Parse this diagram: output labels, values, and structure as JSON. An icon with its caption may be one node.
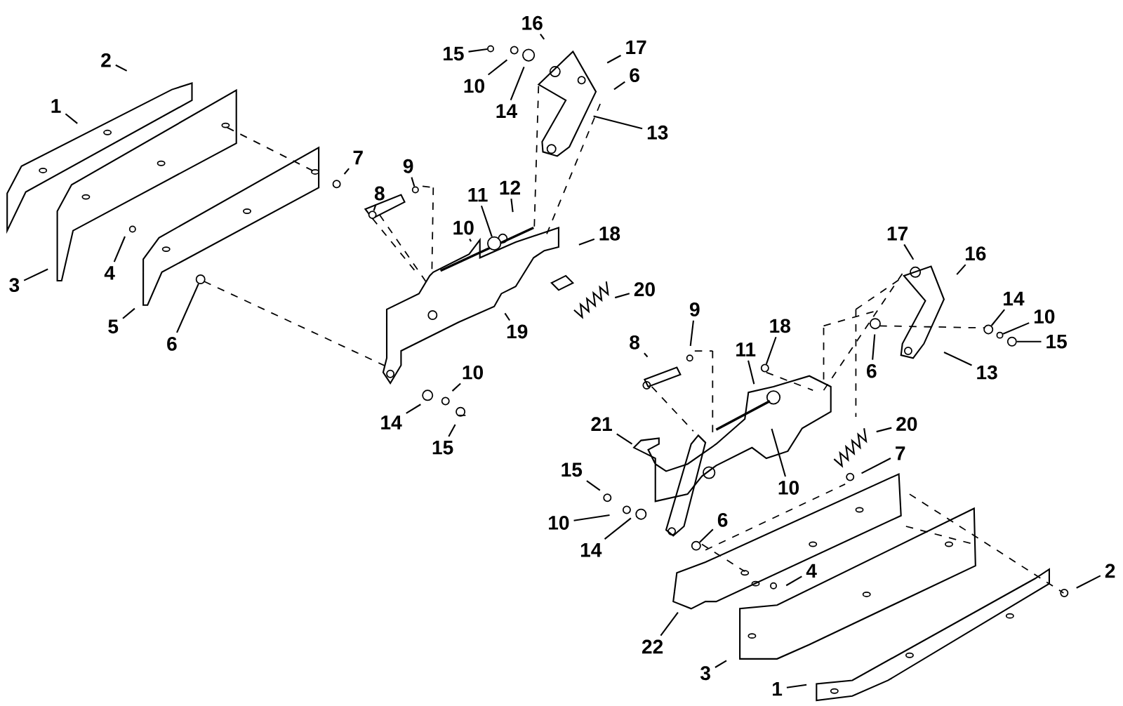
{
  "diagram": {
    "nodes": [
      {
        "text": [
          "1"
        ]
      },
      {
        "text": [
          "2"
        ]
      },
      {
        "text": [
          "3"
        ]
      },
      {
        "text": [
          "4"
        ]
      },
      {
        "text": [
          "5"
        ]
      },
      {
        "text": [
          "6"
        ]
      },
      {
        "text": [
          "7"
        ]
      },
      {
        "text": [
          "8"
        ]
      },
      {
        "text": [
          "9"
        ]
      },
      {
        "text": [
          "10"
        ]
      },
      {
        "text": [
          "11"
        ]
      },
      {
        "text": [
          "12"
        ]
      },
      {
        "text": [
          "18"
        ]
      },
      {
        "text": [
          "20"
        ]
      },
      {
        "text": [
          "19"
        ]
      },
      {
        "text": [
          "14"
        ]
      },
      {
        "text": [
          "10"
        ]
      },
      {
        "text": [
          "15"
        ]
      },
      {
        "text": [
          "16"
        ]
      },
      {
        "text": [
          "15"
        ]
      },
      {
        "text": [
          "10"
        ]
      },
      {
        "text": [
          "14"
        ]
      },
      {
        "text": [
          "17"
        ]
      },
      {
        "text": [
          "6"
        ]
      },
      {
        "text": [
          "13"
        ]
      },
      {
        "text": [
          "17"
        ]
      },
      {
        "text": [
          "16"
        ]
      },
      {
        "text": [
          "14"
        ]
      },
      {
        "text": [
          "10"
        ]
      },
      {
        "text": [
          "15"
        ]
      },
      {
        "text": [
          "13"
        ]
      },
      {
        "text": [
          "6"
        ]
      },
      {
        "text": [
          "9"
        ]
      },
      {
        "text": [
          "8"
        ]
      },
      {
        "text": [
          "18"
        ]
      },
      {
        "text": [
          "11"
        ]
      },
      {
        "text": [
          "21"
        ]
      },
      {
        "text": [
          "20"
        ]
      },
      {
        "text": [
          "10"
        ]
      },
      {
        "text": [
          "7"
        ]
      },
      {
        "text": [
          "15"
        ]
      },
      {
        "text": [
          "10"
        ]
      },
      {
        "text": [
          "14"
        ]
      },
      {
        "text": [
          "6"
        ]
      },
      {
        "text": [
          "4"
        ]
      },
      {
        "text": [
          "2"
        ]
      },
      {
        "text": [
          "22"
        ]
      },
      {
        "text": [
          "3"
        ]
      },
      {
        "text": [
          "1"
        ]
      },
      {
        "text": [],
        "shape": "circle"
      },
      {
        "text": [],
        "shape": "circle"
      },
      {
        "text": [],
        "shape": "circle"
      },
      {
        "text": [],
        "shape": "circle"
      },
      {
        "text": [],
        "shape": "circle"
      },
      {
        "text": [],
        "shape": "circle"
      },
      {
        "text": [],
        "shape": "circle"
      },
      {
        "text": [],
        "shape": "circle"
      },
      {
        "text": [],
        "shape": "circle"
      },
      {
        "text": [],
        "shape": "circle"
      }
    ],
    "edges": [
      {
        "from": 0,
        "to": null,
        "arrow": "none"
      },
      {
        "from": 1,
        "to": null,
        "arrow": "none"
      },
      {
        "from": 2,
        "to": null,
        "arrow": "none"
      },
      {
        "from": 3,
        "to": null,
        "arrow": "none"
      },
      {
        "from": 4,
        "to": null,
        "arrow": "none"
      },
      {
        "from": 5,
        "to": 49,
        "arrow": "none"
      },
      {
        "from": 6,
        "to": null,
        "arrow": "none"
      },
      {
        "from": 7,
        "to": 50,
        "arrow": "none"
      },
      {
        "from": 8,
        "to": 58,
        "arrow": "none"
      },
      {
        "from": 9,
        "to": null,
        "arrow": "none"
      },
      {
        "from": 10,
        "to": 51,
        "arrow": "none"
      },
      {
        "from": 11,
        "to": null,
        "arrow": "none"
      },
      {
        "from": 12,
        "to": null,
        "arrow": "none"
      },
      {
        "from": 13,
        "to": null,
        "arrow": "none"
      },
      {
        "from": 14,
        "to": null,
        "arrow": "none"
      },
      {
        "from": 15,
        "to": null,
        "arrow": "none"
      },
      {
        "from": 16,
        "to": null,
        "arrow": "none"
      },
      {
        "from": 17,
        "to": null,
        "arrow": "none"
      },
      {
        "from": 18,
        "to": null,
        "arrow": "none"
      },
      {
        "from": 19,
        "to": 52,
        "arrow": "none"
      },
      {
        "from": 20,
        "to": null,
        "arrow": "none"
      },
      {
        "from": 21,
        "to": null,
        "arrow": "none"
      },
      {
        "from": 22,
        "to": null,
        "arrow": "none"
      },
      {
        "from": 23,
        "to": null,
        "arrow": "none"
      },
      {
        "from": 24,
        "to": null,
        "arrow": "none"
      },
      {
        "from": 25,
        "to": null,
        "arrow": "none"
      },
      {
        "from": 26,
        "to": null,
        "arrow": "none"
      },
      {
        "from": 27,
        "to": 53,
        "arrow": "none"
      },
      {
        "from": 28,
        "to": 54,
        "arrow": "none"
      },
      {
        "from": 29,
        "to": 55,
        "arrow": "none"
      },
      {
        "from": 30,
        "to": null,
        "arrow": "none"
      },
      {
        "from": 31,
        "to": null,
        "arrow": "none"
      },
      {
        "from": 32,
        "to": null,
        "arrow": "none"
      },
      {
        "from": 33,
        "to": null,
        "arrow": "none"
      },
      {
        "from": 34,
        "to": 56,
        "arrow": "none"
      },
      {
        "from": 35,
        "to": null,
        "arrow": "none"
      },
      {
        "from": 36,
        "to": null,
        "arrow": "none"
      },
      {
        "from": 37,
        "to": null,
        "arrow": "none"
      },
      {
        "from": 38,
        "to": null,
        "arrow": "none"
      },
      {
        "from": 39,
        "to": null,
        "arrow": "none"
      },
      {
        "from": 40,
        "to": null,
        "arrow": "none"
      },
      {
        "from": 41,
        "to": null,
        "arrow": "none"
      },
      {
        "from": 42,
        "to": null,
        "arrow": "none"
      },
      {
        "from": 43,
        "to": 57,
        "arrow": "none"
      },
      {
        "from": 44,
        "to": null,
        "arrow": "none"
      },
      {
        "from": 45,
        "to": null,
        "arrow": "none"
      },
      {
        "from": 46,
        "to": null,
        "arrow": "none"
      },
      {
        "from": 47,
        "to": null,
        "arrow": "none"
      },
      {
        "from": 48,
        "to": null,
        "arrow": "none"
      }
    ]
  }
}
